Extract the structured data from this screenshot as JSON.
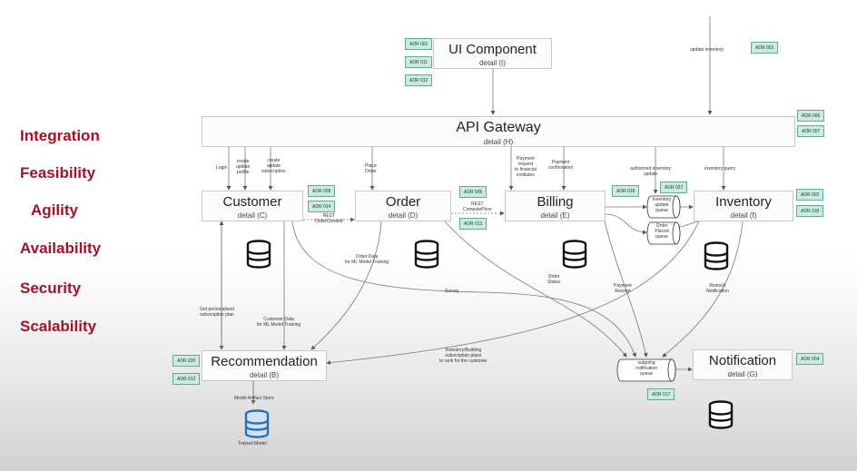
{
  "qualities": [
    "Integration",
    "Feasibility",
    "Agility",
    "Availability",
    "Security",
    "Scalability"
  ],
  "components": {
    "ui": {
      "title": "UI Component",
      "detail": "detail (I)"
    },
    "gateway": {
      "title": "API Gateway",
      "detail": "detail (H)"
    },
    "customer": {
      "title": "Customer",
      "detail": "detail (C)"
    },
    "order": {
      "title": "Order",
      "detail": "detail (D)"
    },
    "billing": {
      "title": "Billing",
      "detail": "detail (E)"
    },
    "inventory": {
      "title": "Inventory",
      "detail": "detail (f)"
    },
    "recommendation": {
      "title": "Recommendation",
      "detail": "detail (B)"
    },
    "notification": {
      "title": "Notification",
      "detail": "detail (G)"
    }
  },
  "adrs": {
    "ui_1": "ADR 001",
    "ui_2": "ADR 011",
    "ui_3": "ADR 012",
    "top_right": "ADR 002",
    "gw_1": "ADR 006",
    "gw_2": "ADR 007",
    "cust_1": "ADR 008",
    "cust_2": "ADR 014",
    "order_1": "ADR 005",
    "order_2": "ADR 013",
    "billing": "ADR 018",
    "queue": "ADR 027",
    "inv_1": "ADR 002",
    "inv_2": "ADR 018",
    "rec_1": "ADR 020",
    "rec_2": "ADR 012",
    "notif_q": "ADR 017",
    "notif": "ADR 004"
  },
  "labels": {
    "update_inventory": "update inventory",
    "login": "Login",
    "create_profile": "create\nupdate\nprofile",
    "create_subscription": "create\nupdate\nsubscription",
    "place_order": "Place\nOrder",
    "payment_request": "Payment\nrequest\nto financial\ninstitutes",
    "payment_confirmation": "Payment\nconfirmation",
    "authorized_update": "authorized inventory\nupdate",
    "inventory_query": "inventory query",
    "rest_order_created": "REST\nOrderCreated",
    "rest_compute_price": "REST\nComputePrice",
    "order_data_ml": "Order Data\nfor ML Model Training",
    "order_status": "Order\nStatus",
    "payment_receipt": "Payment\nReceipt",
    "restock_notification": "Restock\nNotification",
    "survey": "Survey",
    "get_personalized": "Get personalized\nsubscription plan",
    "customer_data_ml": "Customer Data\nfor ML Model Training",
    "inventory_building": "Inventory/Building\nsubscription plans\nto rank for the customer",
    "model_artifact": "Model Artifact Store",
    "trained_model": "Trained Model",
    "inventory_update_queue": "Inventory\nupdate\nqueue",
    "order_placed_queue": "Order\nPlaced\nqueue",
    "outgoing_queue": "outgoing\nnotification\nqueue"
  }
}
